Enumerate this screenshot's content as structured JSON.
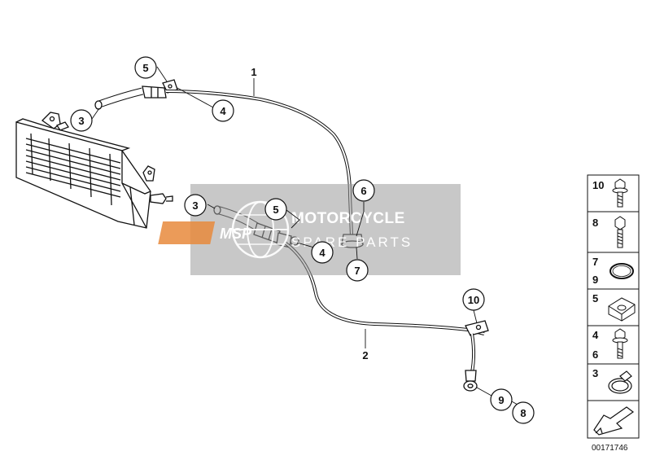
{
  "watermark": {
    "title": "MOTORCYCLE",
    "subtitle": "SPARE PARTS",
    "logo_text": "MSP"
  },
  "callouts": {
    "c3a": "3",
    "c4a": "4",
    "c5a": "5",
    "c3b": "3",
    "c5b": "5",
    "c4b": "4",
    "c6": "6",
    "c7": "7",
    "c10": "10",
    "c9": "9",
    "c8": "8"
  },
  "leaders": {
    "l1": "1",
    "l2": "2"
  },
  "sidebar": {
    "rows": [
      {
        "nums": [
          "10"
        ],
        "icon": "flange-bolt-icon"
      },
      {
        "nums": [
          "8"
        ],
        "icon": "hex-bolt-icon"
      },
      {
        "nums": [
          "7",
          "9"
        ],
        "icon": "o-ring-icon"
      },
      {
        "nums": [
          "5"
        ],
        "icon": "speed-nut-icon"
      },
      {
        "nums": [
          "4",
          "6"
        ],
        "icon": "flange-bolt-icon"
      },
      {
        "nums": [
          "3"
        ],
        "icon": "hose-clamp-icon"
      },
      {
        "nums": [],
        "icon": "arrow-icon"
      }
    ]
  },
  "reference_number": "00171746"
}
